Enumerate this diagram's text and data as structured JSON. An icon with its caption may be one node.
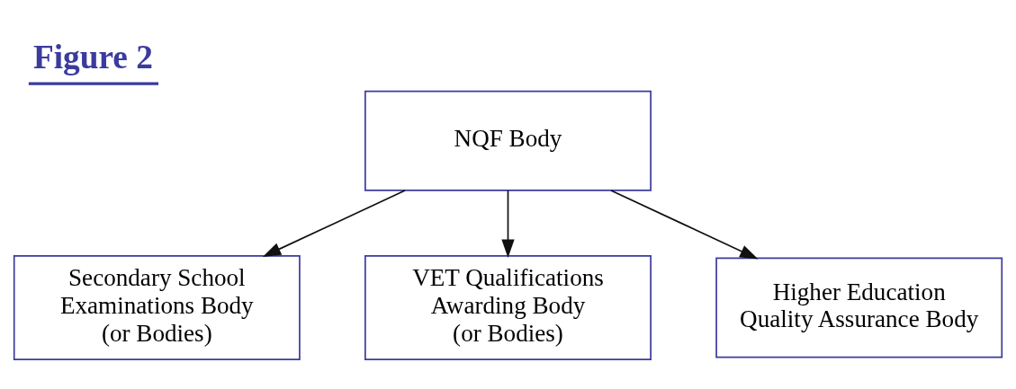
{
  "diagram": {
    "title": "Figure 2",
    "nodes": [
      {
        "text": [
          "NQF Body"
        ]
      },
      {
        "text": [
          "Secondary School Examinations Body (or Bodies)"
        ]
      },
      {
        "text": [
          "VET Qualifications Awarding Body (or Bodies)"
        ]
      },
      {
        "text": [
          "Higher Education Quality Assurance Body"
        ]
      }
    ],
    "edges": [
      {
        "from": 0,
        "to": 1,
        "arrow": "to"
      },
      {
        "from": 0,
        "to": 2,
        "arrow": "to"
      },
      {
        "from": 0,
        "to": 3,
        "arrow": "to"
      }
    ]
  }
}
